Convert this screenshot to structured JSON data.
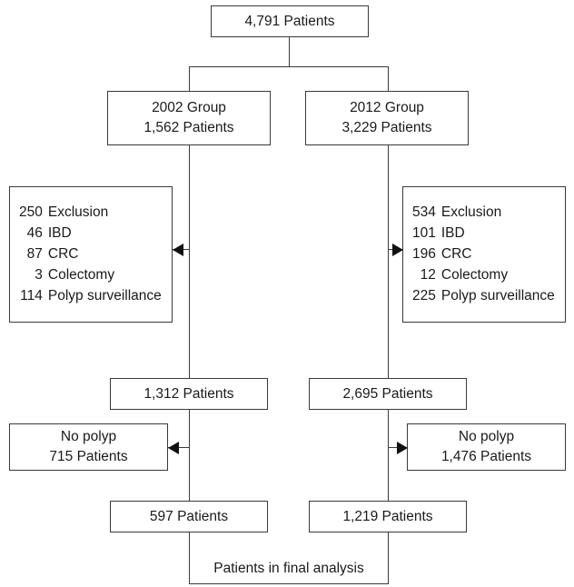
{
  "diagram": {
    "type": "patient-flow-chart",
    "title": "Patients in final analysis",
    "colors": {
      "border": "#3a3a3a",
      "text": "#1a1a1a",
      "arrow": "#111111",
      "background": "#ffffff"
    }
  },
  "total": {
    "label": "4,791 Patients"
  },
  "groups": [
    {
      "name": "2002 Group",
      "title": "2002 Group",
      "patients": "1,562 Patients",
      "exclusion": {
        "total": "250",
        "total_label": "Exclusion",
        "reasons": [
          {
            "count": "46",
            "label": "IBD"
          },
          {
            "count": "87",
            "label": "CRC"
          },
          {
            "count": "3",
            "label": "Colectomy"
          },
          {
            "count": "114",
            "label": "Polyp surveillance"
          }
        ]
      },
      "after_exclusion": "1,312 Patients",
      "no_polyp": {
        "title": "No polyp",
        "patients": "715 Patients"
      },
      "final": "597 Patients"
    },
    {
      "name": "2012 Group",
      "title": "2012 Group",
      "patients": "3,229 Patients",
      "exclusion": {
        "total": "534",
        "total_label": "Exclusion",
        "reasons": [
          {
            "count": "101",
            "label": "IBD"
          },
          {
            "count": "196",
            "label": "CRC"
          },
          {
            "count": "12",
            "label": "Colectomy"
          },
          {
            "count": "225",
            "label": "Polyp surveillance"
          }
        ]
      },
      "after_exclusion": "2,695 Patients",
      "no_polyp": {
        "title": "No polyp",
        "patients": "1,476 Patients"
      },
      "final": "1,219 Patients"
    }
  ],
  "footer": {
    "label": "Patients in final analysis"
  }
}
